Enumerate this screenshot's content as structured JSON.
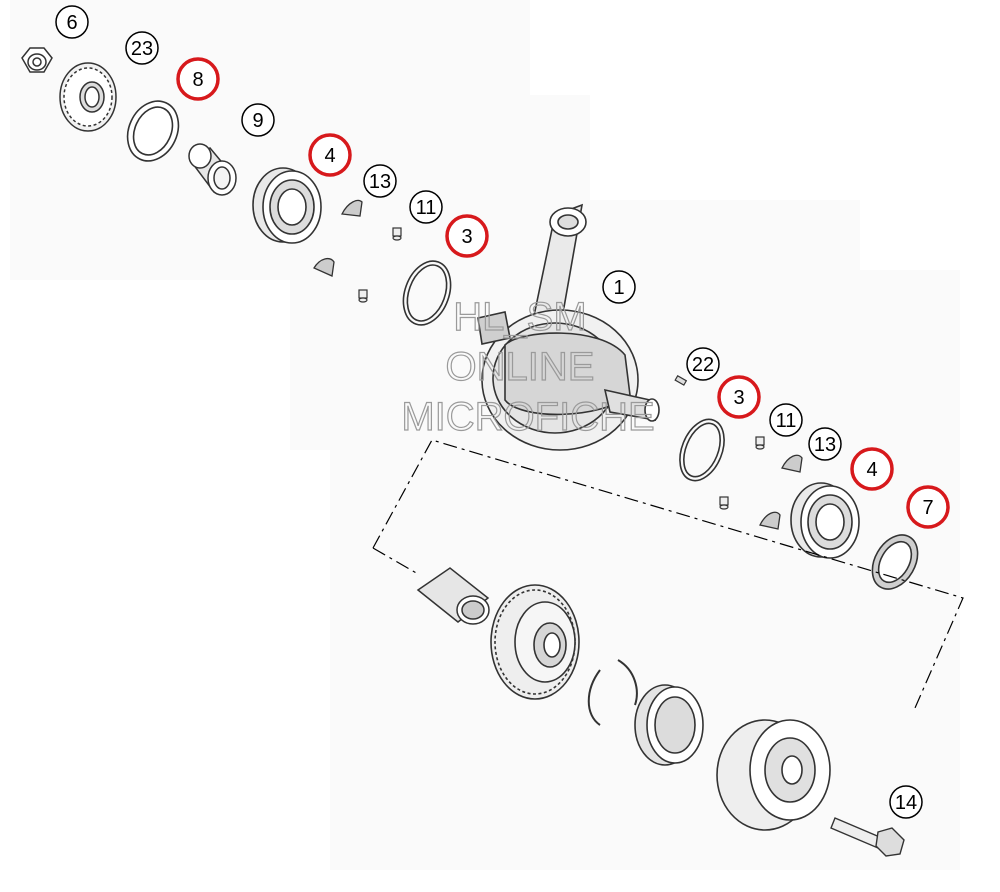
{
  "callouts": [
    {
      "id": "c6",
      "label": "6",
      "highlight": false
    },
    {
      "id": "c23",
      "label": "23",
      "highlight": false
    },
    {
      "id": "c8",
      "label": "8",
      "highlight": true
    },
    {
      "id": "c9",
      "label": "9",
      "highlight": false
    },
    {
      "id": "c4a",
      "label": "4",
      "highlight": true
    },
    {
      "id": "c13a",
      "label": "13",
      "highlight": false
    },
    {
      "id": "c11a",
      "label": "11",
      "highlight": false
    },
    {
      "id": "c3a",
      "label": "3",
      "highlight": true
    },
    {
      "id": "c1",
      "label": "1",
      "highlight": false
    },
    {
      "id": "c22",
      "label": "22",
      "highlight": false
    },
    {
      "id": "c3b",
      "label": "3",
      "highlight": true
    },
    {
      "id": "c11b",
      "label": "11",
      "highlight": false
    },
    {
      "id": "c13b",
      "label": "13",
      "highlight": false
    },
    {
      "id": "c4b",
      "label": "4",
      "highlight": true
    },
    {
      "id": "c7",
      "label": "7",
      "highlight": true
    },
    {
      "id": "c14",
      "label": "14",
      "highlight": false
    }
  ],
  "watermark": {
    "line1": "HL_SM",
    "line2": "ONLINE",
    "line3": "MICROFICHE"
  },
  "colors": {
    "highlight_ring": "#d7191c",
    "outline": "#000000",
    "part_stroke": "#333333",
    "watermark": "#9a9a9a"
  }
}
